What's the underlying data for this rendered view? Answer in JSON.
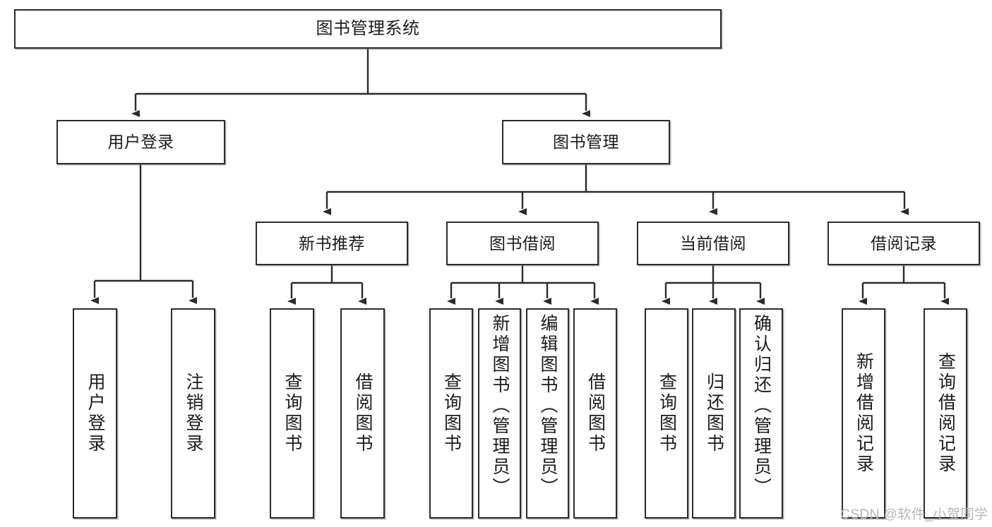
{
  "diagram": {
    "title": "图书管理系统",
    "type": "hierarchy-tree",
    "watermark": "CSDN @软件_小贺同学",
    "colors": {
      "box_border": "#2b2b2b",
      "box_fill": "#ffffff",
      "text": "#1b1b1b",
      "edge": "#2b2b2b",
      "watermark": "#b6b6b6"
    },
    "root": {
      "id": "root",
      "label": "图书管理系统"
    },
    "level1": [
      {
        "id": "user-login",
        "label": "用户登录"
      },
      {
        "id": "book-management",
        "label": "图书管理"
      }
    ],
    "level2": [
      {
        "id": "new-book-recommend",
        "label": "新书推荐"
      },
      {
        "id": "book-borrow",
        "label": "图书借阅"
      },
      {
        "id": "current-borrow",
        "label": "当前借阅"
      },
      {
        "id": "borrow-record",
        "label": "借阅记录"
      }
    ],
    "leaves": {
      "user_login": [
        {
          "id": "leaf-user-login",
          "label": "用户登录"
        },
        {
          "id": "leaf-logout-login",
          "label": "注销登录"
        }
      ],
      "new_book_recommend": [
        {
          "id": "leaf-query-book-1",
          "label": "查询图书"
        },
        {
          "id": "leaf-borrow-book-1",
          "label": "借阅图书"
        }
      ],
      "book_borrow": [
        {
          "id": "leaf-query-book-2",
          "label": "查询图书"
        },
        {
          "id": "leaf-add-book-admin",
          "label": "新增图书（管理员）"
        },
        {
          "id": "leaf-edit-book-admin",
          "label": "编辑图书（管理员）"
        },
        {
          "id": "leaf-borrow-book-2",
          "label": "借阅图书"
        }
      ],
      "current_borrow": [
        {
          "id": "leaf-query-book-3",
          "label": "查询图书"
        },
        {
          "id": "leaf-return-book",
          "label": "归还图书"
        },
        {
          "id": "leaf-confirm-return-admin",
          "label": "确认归还（管理员）"
        }
      ],
      "borrow_record": [
        {
          "id": "leaf-add-borrow-record",
          "label": "新增借阅记录"
        },
        {
          "id": "leaf-query-borrow-record",
          "label": "查询借阅记录"
        }
      ]
    }
  }
}
